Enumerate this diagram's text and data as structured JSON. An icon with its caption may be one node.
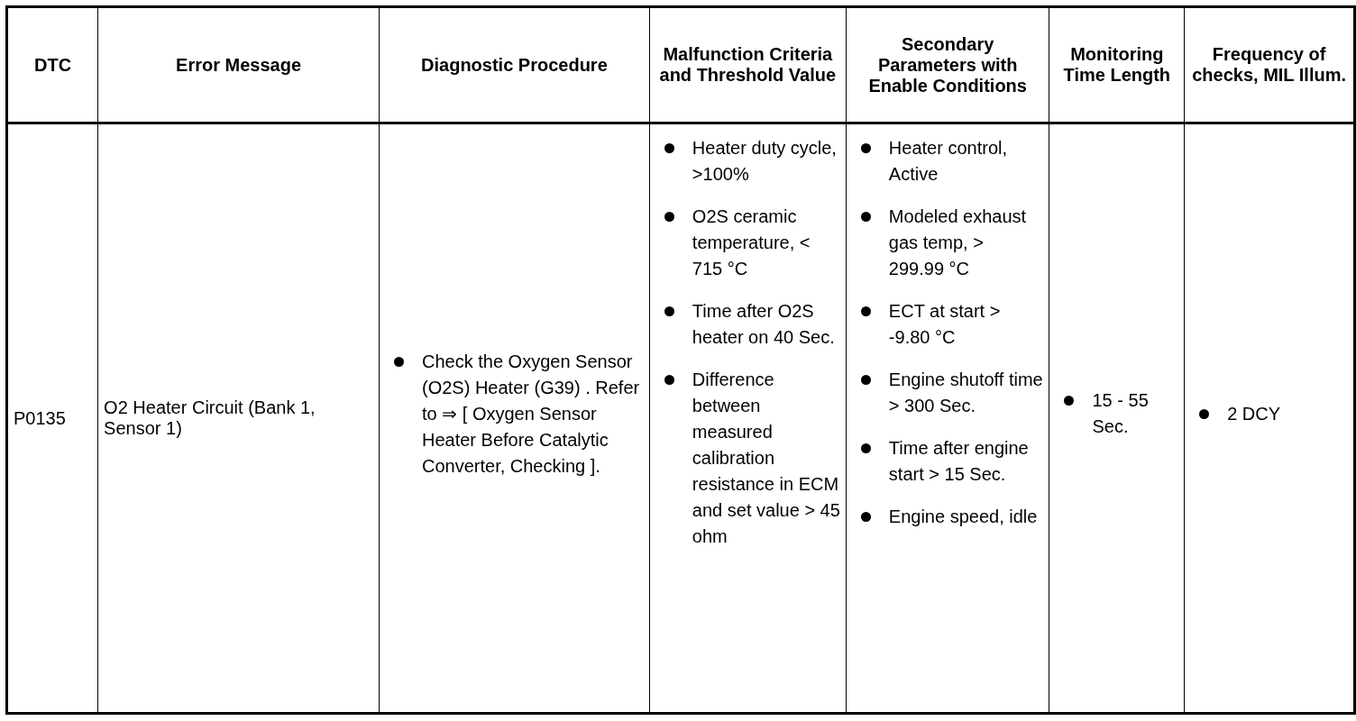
{
  "diagram": {
    "labels": [
      "DTC",
      "Error Message",
      "Diagnostic Procedure",
      "Malfunction Criteria and Threshold Value",
      "Secondary Parameters with Enable Conditions",
      "Monitoring Time Length",
      "Frequency of checks, MIL Illum.",
      "P0135",
      "O2 Heater Circuit (Bank 1, Sensor 1)",
      "Check the Oxygen Sensor (O2S) Heater (G39) . Refer to ⇒ [ Oxygen Sensor Heater Before Catalytic Converter, Checking ].",
      "Heater duty cycle, >100%",
      "O2S ceramic temperature, < 715 °C",
      "Time after O2S heater on 40 Sec.",
      "Difference between measured calibration resistance in ECM and set value > 45 ohm",
      "Heater control, Active",
      "Modeled exhaust gas temp, > 299.99 °C",
      "ECT at start > -9.80 °C",
      "Engine shutoff time > 300 Sec.",
      "Time after engine start > 15 Sec.",
      "Engine speed, idle",
      "15 - 55 Sec.",
      "2 DCY"
    ]
  }
}
